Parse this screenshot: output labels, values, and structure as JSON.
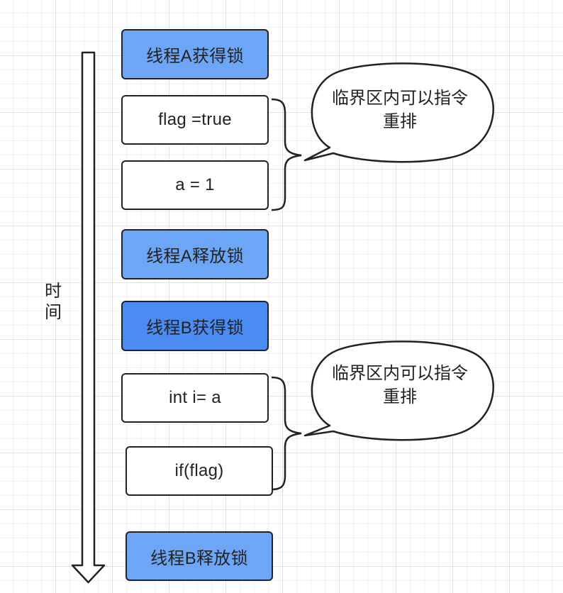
{
  "time_axis": {
    "label_line1": "时",
    "label_line2": "间"
  },
  "steps": [
    {
      "label": "线程A获得锁",
      "fill": "#6ea6f7"
    },
    {
      "label": "flag =true",
      "fill": "#ffffff"
    },
    {
      "label": "a = 1",
      "fill": "#ffffff"
    },
    {
      "label": "线程A释放锁",
      "fill": "#6ea6f7"
    },
    {
      "label": "线程B获得锁",
      "fill": "#4a8cf2"
    },
    {
      "label": "int i= a",
      "fill": "#ffffff"
    },
    {
      "label": "if(flag)",
      "fill": "#ffffff"
    },
    {
      "label": "线程B释放锁",
      "fill": "#6ea6f7"
    }
  ],
  "callouts": [
    {
      "line1": "临界区内可以指令",
      "line2": "重排"
    },
    {
      "line1": "临界区内可以指令",
      "line2": "重排"
    }
  ]
}
